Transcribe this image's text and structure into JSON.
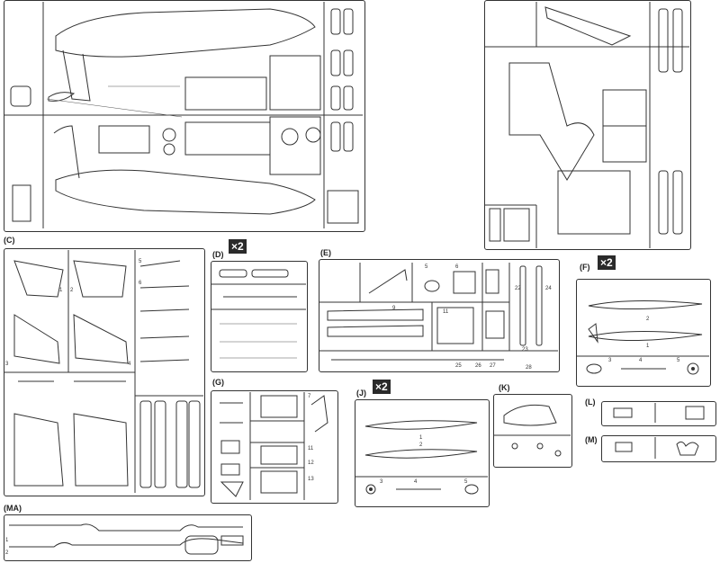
{
  "labels": {
    "C": "(C)",
    "D": "(D)",
    "E": "(E)",
    "F": "(F)",
    "G": "(G)",
    "J": "(J)",
    "K": "(K)",
    "L": "(L)",
    "M": "(M)",
    "MA": "(MA)"
  },
  "multipliers": {
    "D": "×2",
    "F": "×2",
    "J": "×2"
  },
  "part_numbers": {
    "c1": "1",
    "c2": "2",
    "c3": "3",
    "c4": "4",
    "c5": "5",
    "c6": "6",
    "e5": "5",
    "e6": "6",
    "e9": "9",
    "e11": "11",
    "e22": "22",
    "e23": "23",
    "e24": "24",
    "e25": "25",
    "e26": "26",
    "e27": "27",
    "e28": "28",
    "f1": "1",
    "f2": "2",
    "f3": "3",
    "f4": "4",
    "f5": "5",
    "j1": "1",
    "j2": "2",
    "j3": "3",
    "j4": "4",
    "j5": "5",
    "g7": "7",
    "g11": "11",
    "g12": "12",
    "g13": "13",
    "ma1": "1",
    "ma2": "2"
  }
}
